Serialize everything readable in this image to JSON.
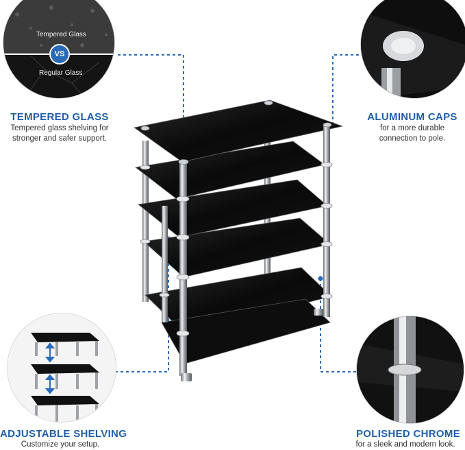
{
  "features": {
    "tempered_glass": {
      "title": "TEMPERED GLASS",
      "desc_line1": "Tempered glass shelving for",
      "desc_line2": "stronger and safer support.",
      "label_top": "Tempered Glass",
      "label_bottom": "Regular Glass",
      "vs_label": "VS"
    },
    "aluminum_caps": {
      "title": "ALUMINUM CAPS",
      "desc_line1": "for a more durable",
      "desc_line2": "connection to pole."
    },
    "adjustable_shelving": {
      "title": "ADJUSTABLE SHELVING",
      "desc_line1": "Customize your setup."
    },
    "polished_chrome": {
      "title": "POLISHED CHROME",
      "desc_line1": "for a sleek and modern look."
    }
  },
  "colors": {
    "accent": "#1f5fa8",
    "glass": "#0b0b0b",
    "chrome": "#c9ccd0"
  }
}
